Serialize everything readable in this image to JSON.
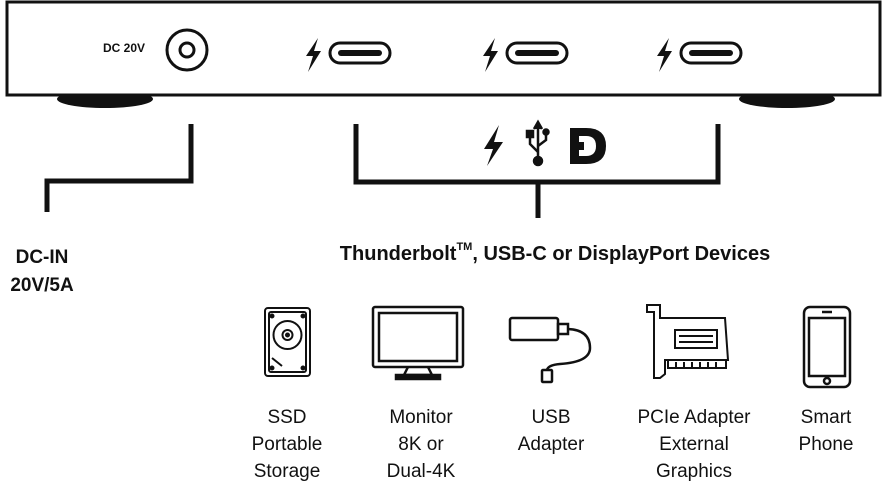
{
  "dock": {
    "dc_label": "DC 20V",
    "ports": [
      "thunderbolt-port-1",
      "thunderbolt-port-2",
      "thunderbolt-port-3"
    ]
  },
  "connector_icons": [
    "thunderbolt-icon",
    "usb-icon",
    "displayport-icon"
  ],
  "dc_in": {
    "line1": "DC-IN",
    "line2": "20V/5A"
  },
  "headline": {
    "prefix": "Thunderbolt",
    "tm": "TM",
    "suffix": ", USB-C or DisplayPort Devices"
  },
  "devices": [
    {
      "icon": "ssd-icon",
      "lines": [
        "SSD",
        "Portable",
        "Storage"
      ]
    },
    {
      "icon": "monitor-icon",
      "lines": [
        "Monitor",
        "8K or",
        "Dual-4K"
      ]
    },
    {
      "icon": "usb-adapter-icon",
      "lines": [
        "USB",
        "Adapter"
      ]
    },
    {
      "icon": "pcie-card-icon",
      "lines": [
        "PCIe Adapter",
        "External",
        "Graphics"
      ]
    },
    {
      "icon": "smartphone-icon",
      "lines": [
        "Smart",
        "Phone"
      ]
    }
  ]
}
